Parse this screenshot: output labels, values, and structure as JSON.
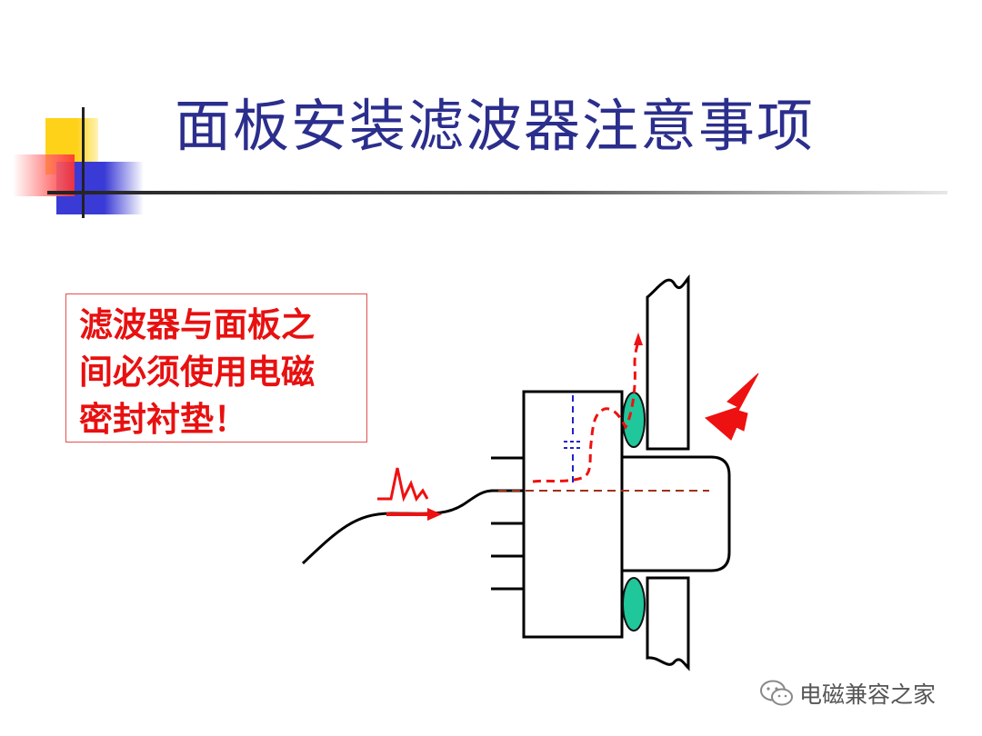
{
  "slide": {
    "title": "面板安装滤波器注意事项"
  },
  "note": {
    "lines": [
      "滤波器与面板之",
      "间必须使用电磁",
      "密封衬垫！"
    ]
  },
  "watermark": {
    "icon": "wechat-icon",
    "text": "电磁兼容之家"
  },
  "colors": {
    "title": "#2b2e8c",
    "note_text": "#e81010",
    "note_border": "#e05050",
    "gasket": "#1fc79a",
    "noise": "#ee1111",
    "internal_path": "#2222cc",
    "center_line": "#a03010"
  }
}
